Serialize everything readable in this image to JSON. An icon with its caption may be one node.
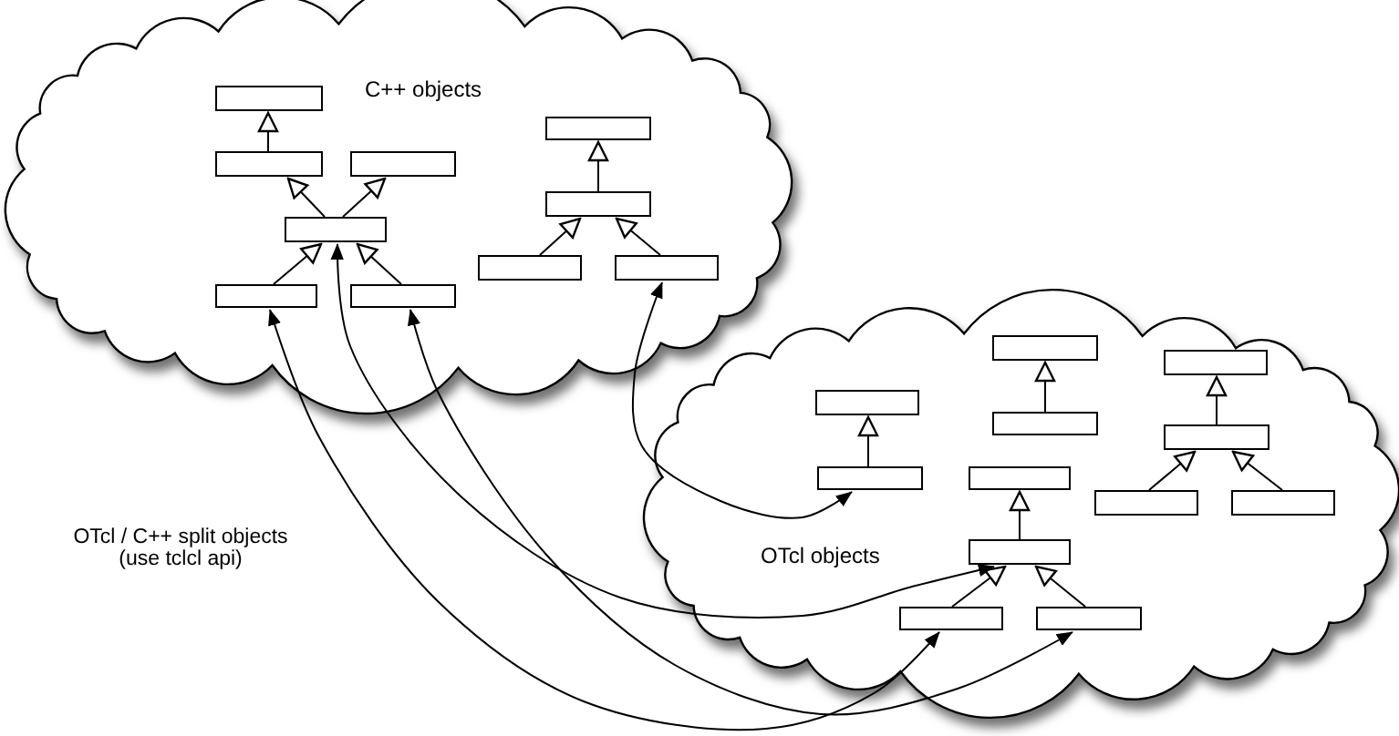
{
  "diagram": {
    "nodes": [
      {
        "text": [
          "C++ objects"
        ]
      },
      {
        "text": [],
        "shape": "box",
        "in": 0
      },
      {
        "text": [],
        "shape": "box",
        "in": 0
      },
      {
        "text": [],
        "shape": "box",
        "in": 0
      },
      {
        "text": [],
        "shape": "box",
        "in": 0
      },
      {
        "text": [],
        "shape": "box",
        "in": 0
      },
      {
        "text": [],
        "shape": "box",
        "in": 0
      },
      {
        "text": [],
        "shape": "box",
        "in": 0
      },
      {
        "text": [],
        "shape": "box",
        "in": 0
      },
      {
        "text": [],
        "shape": "box",
        "in": 0
      },
      {
        "text": [],
        "shape": "box",
        "in": 0
      },
      {
        "text": [
          "OTcl objects"
        ]
      },
      {
        "text": [],
        "shape": "box",
        "in": 11
      },
      {
        "text": [],
        "shape": "box",
        "in": 11
      },
      {
        "text": [],
        "shape": "box",
        "in": 11
      },
      {
        "text": [],
        "shape": "box",
        "in": 11
      },
      {
        "text": [],
        "shape": "box",
        "in": 11
      },
      {
        "text": [],
        "shape": "box",
        "in": 11
      },
      {
        "text": [],
        "shape": "box",
        "in": 11
      },
      {
        "text": [],
        "shape": "box",
        "in": 11
      },
      {
        "text": [],
        "shape": "box",
        "in": 11
      },
      {
        "text": [],
        "shape": "box",
        "in": 11
      },
      {
        "text": [],
        "shape": "box",
        "in": 11
      },
      {
        "text": [],
        "shape": "box",
        "in": 11
      }
    ],
    "edges": [
      {
        "from": 2,
        "to": 1,
        "arrow": "to"
      },
      {
        "from": 4,
        "to": 2,
        "arrow": "to"
      },
      {
        "from": 4,
        "to": 3,
        "arrow": "to"
      },
      {
        "from": 5,
        "to": 4,
        "arrow": "to"
      },
      {
        "from": 6,
        "to": 4,
        "arrow": "to"
      },
      {
        "from": 8,
        "to": 7,
        "arrow": "to"
      },
      {
        "from": 9,
        "to": 8,
        "arrow": "to"
      },
      {
        "from": 10,
        "to": 8,
        "arrow": "to"
      },
      {
        "from": 15,
        "to": 12,
        "arrow": "to"
      },
      {
        "from": 16,
        "to": 13,
        "arrow": "to"
      },
      {
        "from": 18,
        "to": 14,
        "arrow": "to"
      },
      {
        "from": 19,
        "to": 18,
        "arrow": "to"
      },
      {
        "from": 20,
        "to": 18,
        "arrow": "to"
      },
      {
        "from": 21,
        "to": 17,
        "arrow": "to"
      },
      {
        "from": 22,
        "to": 21,
        "arrow": "to"
      },
      {
        "from": 23,
        "to": 21,
        "arrow": "to"
      },
      {
        "from": 5,
        "to": 22,
        "arrow": "both"
      },
      {
        "from": 4,
        "to": 21,
        "arrow": "both"
      },
      {
        "from": 6,
        "to": 23,
        "arrow": "both"
      },
      {
        "from": 10,
        "to": 15,
        "arrow": "both"
      }
    ],
    "labels": [
      "OTcl / C++ split objects (use tclcl api)"
    ]
  }
}
